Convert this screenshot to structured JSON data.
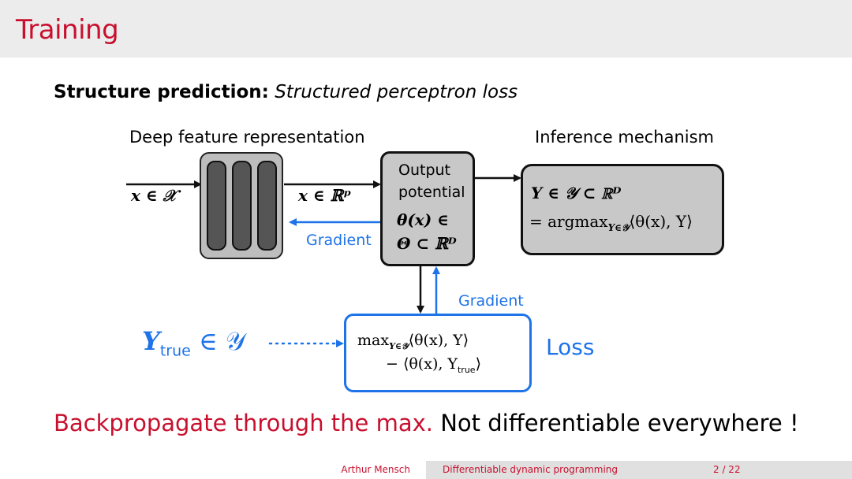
{
  "slide": {
    "title": "Training",
    "subtitle_bold": "Structure prediction:",
    "subtitle_italic": "Structured perceptron loss"
  },
  "diagram": {
    "deep_feature_label": "Deep feature representation",
    "inference_label": "Inference mechanism",
    "input_label": "x ∈ 𝒳",
    "feature_label": "x ∈ ℝᵖ",
    "gradient_left": "Gradient",
    "gradient_right": "Gradient",
    "output_line1": "Output",
    "output_line2": "potential",
    "output_line3": "θ(x) ∈",
    "output_line4": "Θ ⊂ ℝᴰ",
    "inference_line1": "Y ∈ 𝒴 ⊂ ℝᴰ",
    "inference_line2": "= argmax",
    "inference_sub": "Y∈𝒴",
    "inference_line2_tail": "⟨θ(x), Y⟩",
    "ytrue_label": "Y",
    "ytrue_sub": "true",
    "ytrue_tail": "∈ 𝒴",
    "loss_line1_head": "max",
    "loss_line1_sub": "Y∈𝒴",
    "loss_line1_tail": "⟨θ(x), Y⟩",
    "loss_line2_head": "− ⟨θ(x), Y",
    "loss_line2_sub": "true",
    "loss_line2_tail": "⟩",
    "loss_label": "Loss"
  },
  "bottom_red": "Backpropagate through the max.",
  "bottom_black": "Not differentiable everywhere !",
  "footer": {
    "author": "Arthur Mensch",
    "talk": "Differentiable dynamic programming",
    "page": "2 / 22"
  },
  "colors": {
    "accent_red": "#c8102e",
    "accent_blue": "#1e73e8"
  }
}
